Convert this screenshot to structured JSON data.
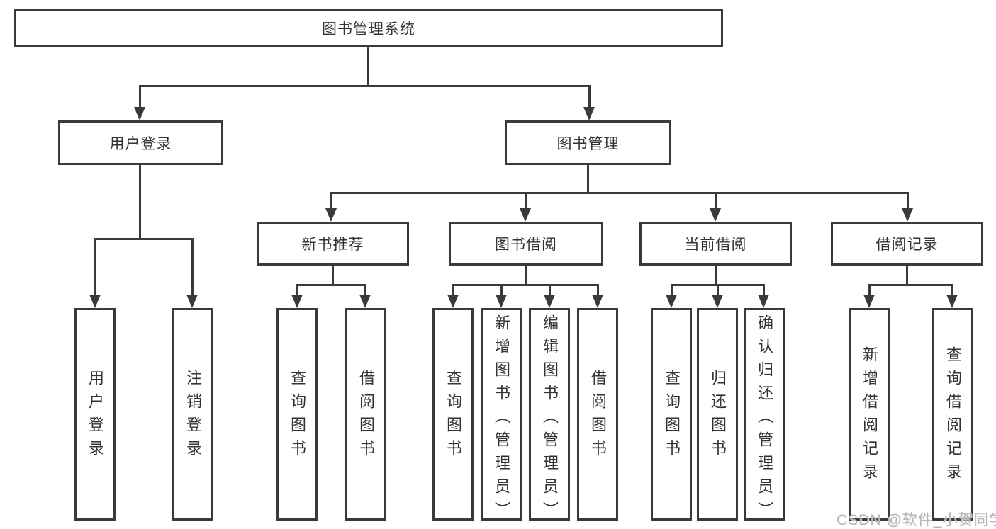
{
  "diagram": {
    "root": {
      "label": "图书管理系统"
    },
    "level2": [
      {
        "label": "用户登录"
      },
      {
        "label": "图书管理"
      }
    ],
    "level3": [
      {
        "label": "新书推荐"
      },
      {
        "label": "图书借阅"
      },
      {
        "label": "当前借阅"
      },
      {
        "label": "借阅记录"
      }
    ],
    "leaves": [
      {
        "label": "用户登录",
        "parent": "用户登录"
      },
      {
        "label": "注销登录",
        "parent": "用户登录"
      },
      {
        "label": "查询图书",
        "parent": "新书推荐"
      },
      {
        "label": "借阅图书",
        "parent": "新书推荐"
      },
      {
        "label": "查询图书",
        "parent": "图书借阅"
      },
      {
        "label": "新增图书（管理员）",
        "parent": "图书借阅"
      },
      {
        "label": "编辑图书（管理员）",
        "parent": "图书借阅"
      },
      {
        "label": "借阅图书",
        "parent": "图书借阅"
      },
      {
        "label": "查询图书",
        "parent": "当前借阅"
      },
      {
        "label": "归还图书",
        "parent": "当前借阅"
      },
      {
        "label": "确认归还（管理员）",
        "parent": "当前借阅"
      },
      {
        "label": "新增借阅记录",
        "parent": "借阅记录"
      },
      {
        "label": "查询借阅记录",
        "parent": "借阅记录"
      }
    ]
  },
  "watermark": "CSDN @软件_小贺同学",
  "colors": {
    "line": "#3a3a3a",
    "text": "#333333",
    "watermark": "#b5b5b5",
    "background": "#ffffff"
  }
}
